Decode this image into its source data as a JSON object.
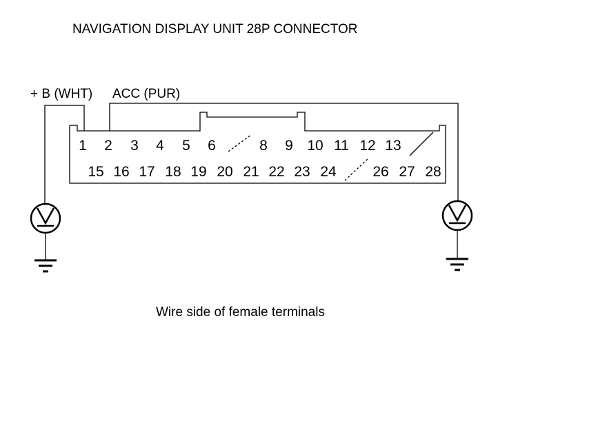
{
  "title": "NAVIGATION DISPLAY UNIT 28P CONNECTOR",
  "wires": {
    "plus_b": "+ B (WHT)",
    "acc": "ACC (PUR)"
  },
  "pins_top": [
    "1",
    "2",
    "3",
    "4",
    "5",
    "6",
    "8",
    "9",
    "10",
    "11",
    "12",
    "13"
  ],
  "pins_bottom": [
    "15",
    "16",
    "17",
    "18",
    "19",
    "20",
    "21",
    "22",
    "23",
    "24",
    "26",
    "27",
    "28"
  ],
  "caption": "Wire side of female terminals",
  "icons": {
    "voltmeter": "voltmeter-icon",
    "ground": "ground-icon"
  }
}
